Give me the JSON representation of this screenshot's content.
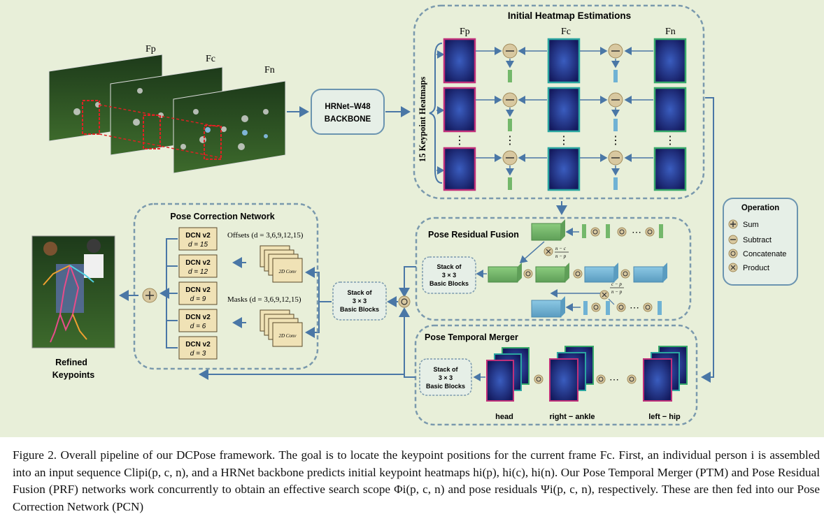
{
  "figure": {
    "frames": {
      "p": "Fp",
      "c": "Fc",
      "n": "Fn"
    },
    "backbone": {
      "line1": "HRNet–W48",
      "line2": "BACKBONE"
    },
    "heatmaps": {
      "title": "Initial Heatmap Estimations",
      "side_label": "15 Keypoint Heatmaps",
      "col_labels": [
        "Fp",
        "Fc",
        "Fn"
      ],
      "ellipsis": "⋮"
    },
    "operation_legend": {
      "title": "Operation",
      "items": [
        "Sum",
        "Subtract",
        "Concatenate",
        "Product"
      ]
    },
    "prf": {
      "title": "Pose Residual Fusion",
      "stack_label": [
        "Stack of",
        "3 × 3",
        "Basic Blocks"
      ],
      "weight_top": [
        "n − c",
        "n − p"
      ],
      "weight_bottom": [
        "c − p",
        "n − p"
      ],
      "dots": "⋯"
    },
    "ptm": {
      "title": "Pose Temporal Merger",
      "stack_label": [
        "Stack of",
        "3 × 3",
        "Basic Blocks"
      ],
      "group_labels": [
        "head",
        "right − ankle",
        "left − hip"
      ],
      "dots": "⋯"
    },
    "pcn": {
      "title": "Pose Correction Network",
      "dcn_name": "DCN v2",
      "dilations": [
        "d = 15",
        "d = 12",
        "d = 9",
        "d = 6",
        "d = 3"
      ],
      "offsets_label": "Offsets (d = 3,6,9,12,15)",
      "masks_label": "Masks (d = 3,6,9,12,15)",
      "conv_label": "2D Conv"
    },
    "center_stack": [
      "Stack of",
      "3 × 3",
      "Basic Blocks"
    ],
    "output": {
      "line1": "Refined",
      "line2": "Keypoints"
    },
    "colors": {
      "p": "#c0307a",
      "c": "#2aa5a0",
      "n": "#38a86a",
      "green_block": "#74b86b",
      "blue_block": "#6fb2d4",
      "dash": "#7a99ad",
      "arrow": "#4a77a6"
    }
  },
  "caption": {
    "text": "Figure 2. Overall pipeline of our DCPose framework. The goal is to locate the keypoint positions for the current frame Fc. First, an individual person i is assembled into an input sequence Clipi(p, c, n), and a HRNet backbone predicts initial keypoint heatmaps hi(p), hi(c), hi(n). Our Pose Temporal Merger (PTM) and Pose Residual Fusion (PRF) networks work concurrently to obtain an effective search scope Φi(p, c, n) and pose residuals Ψi(p, c, n), respectively. These are then fed into our Pose Correction Network (PCN)"
  }
}
